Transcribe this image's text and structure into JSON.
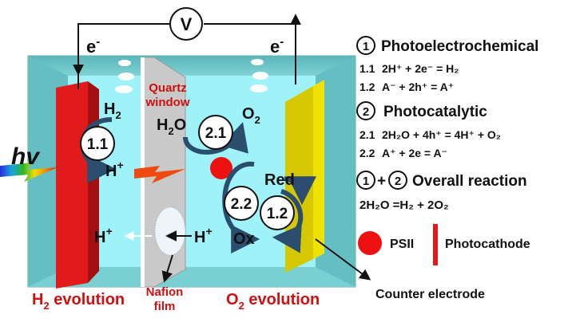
{
  "colors": {
    "cell_outer": "#6ec7c9",
    "cell_inner": "#9ef2f8",
    "electrode_red": "#e11b1b",
    "electrode_yellow": "#d6c800",
    "membrane": "#c9c9c9",
    "psii": "#ee1111",
    "dark_text": "#0b0b0b",
    "red_text": "#d01010",
    "arrow_blue": "#2b4d6e"
  },
  "labels": {
    "voltmeter": "V",
    "electron_left": "e",
    "electron_right": "e",
    "electron_sup": "-",
    "hv": "hv",
    "h2": "H",
    "h2_sub": "2",
    "h_plus_left": "H",
    "plus": "+",
    "step_1_1": "1.1",
    "quartz_line1": "Quartz",
    "quartz_line2": "window",
    "h2o": "H",
    "h2o_sub": "2",
    "h2o_tail": "O",
    "step_2_1": "2.1",
    "o2": "O",
    "o2_sub": "2",
    "red": "Red",
    "step_2_2": "2.2",
    "step_1_2": "1.2",
    "ox": "Ox",
    "h_plus_mid": "H",
    "h_plus_bottom_left": "H",
    "h2_evolution": "H",
    "h2_evolution_sub": "2",
    "h2_evolution_tail": " evolution",
    "nafion_line1": "Nafion",
    "nafion_line2": "film",
    "o2_evolution": "O",
    "o2_evolution_sub": "2",
    "o2_evolution_tail": " evolution",
    "counter_electrode": "Counter electrode"
  },
  "legend": {
    "circle_1": "1",
    "circle_2": "2",
    "photoelectrochemical": "Photoelectrochemical",
    "eq_1_1_num": "1.1",
    "eq_1_1": "2H⁺ + 2e⁻ = H₂",
    "eq_1_2_num": "1.2",
    "eq_1_2": "A⁻ + 2h⁺ = A⁺",
    "photocatalytic": "Photocatalytic",
    "eq_2_1_num": "2.1",
    "eq_2_1": "2H₂O + 4h⁺ = 4H⁺ + O₂",
    "eq_2_2_num": "2.2",
    "eq_2_2": "A⁺ + 2e = A⁻",
    "plus": "+",
    "overall_reaction": "Overall reaction",
    "overall_eq": "2H₂O =H₂ + 2O₂",
    "psii": "PSII",
    "photocathode": "Photocathode"
  }
}
